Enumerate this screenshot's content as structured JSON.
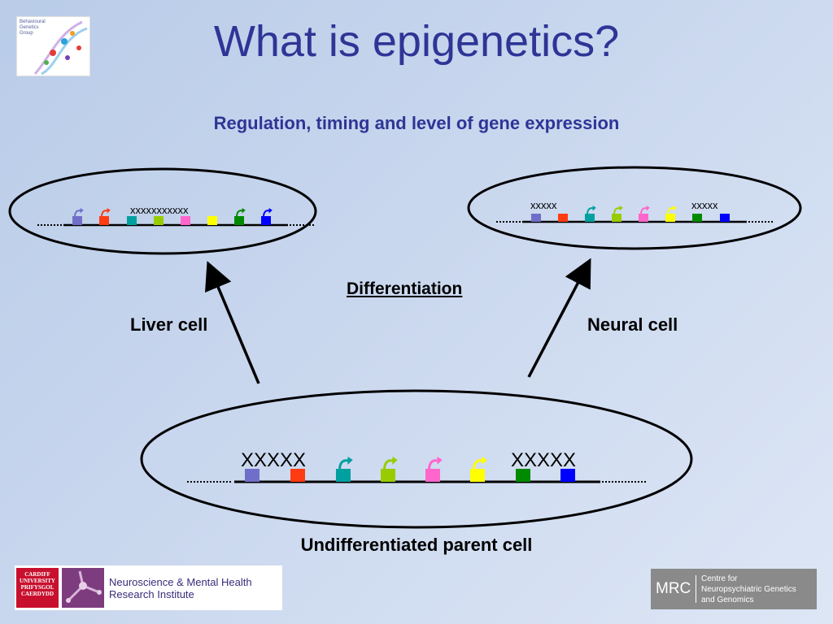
{
  "title": "What is epigenetics?",
  "subtitle": "Regulation, timing and level of gene expression",
  "labels": {
    "differentiation": "Differentiation",
    "liver_cell": "Liver cell",
    "neural_cell": "Neural cell",
    "parent_cell": "Undifferentiated parent cell"
  },
  "liver": {
    "silence_marks": "xxxxxxxxxxx"
  },
  "neural": {
    "silence_left": "xxxxx",
    "silence_right": "xxxxx"
  },
  "parent": {
    "silence_left": "XXXXX",
    "silence_right": "XXXXX"
  },
  "gene_colors": [
    "#6f6fc9",
    "#ff3b12",
    "#00a0a0",
    "#99cc00",
    "#ff66cc",
    "#ffff00",
    "#008a00",
    "#0000ff"
  ],
  "logos": {
    "behavioural_group": "Behavioural\nGenetics\nGroup",
    "cardiff": "CARDIFF\nUNIVERSITY\nPRIFYSGOL\nCAERDYDD",
    "nmhri": "Neuroscience & Mental Health\nResearch Institute",
    "mrc": "MRC",
    "centre": "Centre for\nNeuropsychiatric Genetics\nand Genomics"
  }
}
